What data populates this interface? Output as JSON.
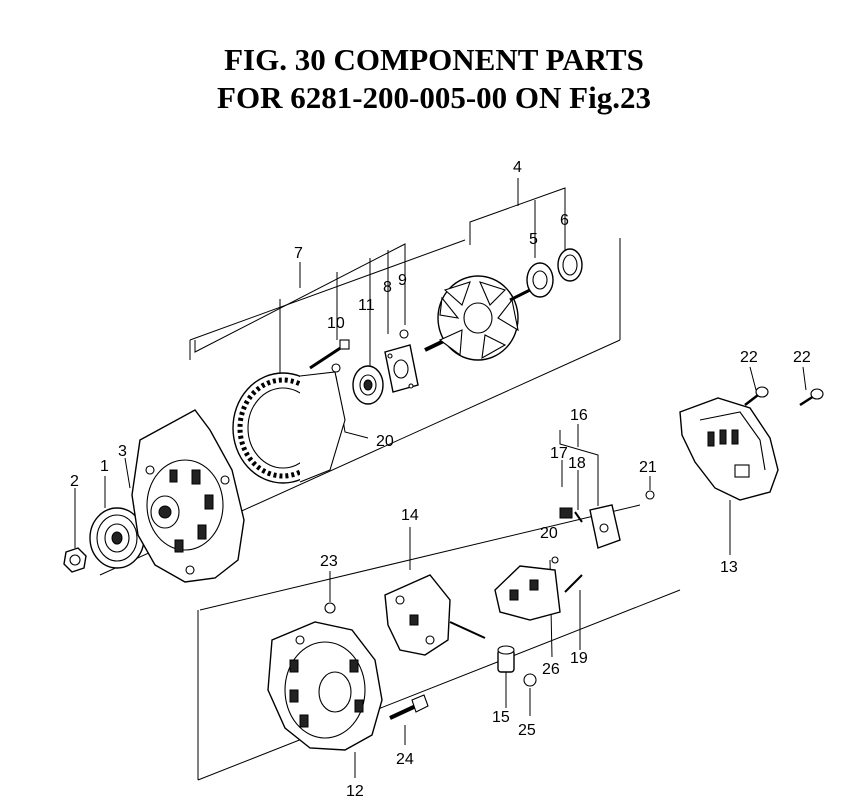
{
  "title": {
    "line1": "FIG. 30  COMPONENT PARTS",
    "line2": "FOR 6281-200-005-00 ON Fig.23"
  },
  "callouts": {
    "c1": "1",
    "c2": "2",
    "c3": "3",
    "c4": "4",
    "c5": "5",
    "c6": "6",
    "c7": "7",
    "c8": "8",
    "c9": "9",
    "c10": "10",
    "c11": "11",
    "c12": "12",
    "c13": "13",
    "c14": "14",
    "c15": "15",
    "c16": "16",
    "c17": "17",
    "c18": "18",
    "c19": "19",
    "c20a": "20",
    "c20b": "20",
    "c21": "21",
    "c22a": "22",
    "c22b": "22",
    "c23": "23",
    "c24": "24",
    "c25": "25",
    "c26": "26"
  },
  "icons": {
    "pulley": "pulley-icon",
    "nut": "nut-icon",
    "front-housing": "front-housing-icon",
    "stator": "stator-icon",
    "rotor": "rotor-icon",
    "bearing": "bearing-icon",
    "rear-housing": "rear-housing-icon",
    "rectifier": "rectifier-icon",
    "regulator": "regulator-icon",
    "brush-holder": "brush-holder-icon",
    "rear-cover": "rear-cover-icon"
  }
}
